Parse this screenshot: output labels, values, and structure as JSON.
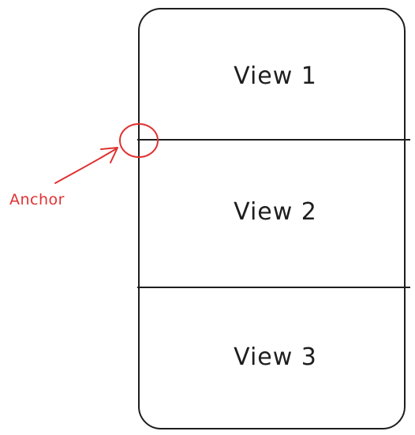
{
  "views": [
    {
      "label": "View 1"
    },
    {
      "label": "View 2"
    },
    {
      "label": "View 3"
    }
  ],
  "anchor": {
    "label": "Anchor"
  },
  "colors": {
    "stroke": "#1e1e1e",
    "accent": "#e03131",
    "background": "#ffffff"
  }
}
